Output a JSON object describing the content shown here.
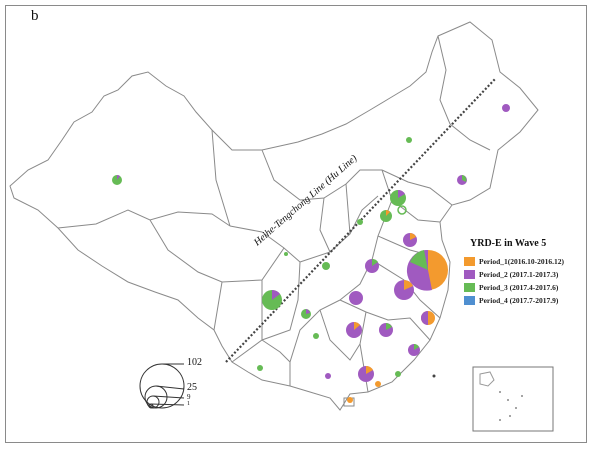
{
  "panel_label": "b",
  "line_label": "Heihe-Tengchong Line (Hu Line)",
  "legend": {
    "title": "YRD-E in Wave 5",
    "items": [
      {
        "label": "Period_1(2016.10-2016.12)",
        "color": "#f39a2e"
      },
      {
        "label": "Period_2 (2017.1-2017.3)",
        "color": "#a05ac0"
      },
      {
        "label": "Period_3 (2017.4-2017.6)",
        "color": "#66bb55"
      },
      {
        "label": "Period_4 (2017.7-2017.9)",
        "color": "#4f8fd0"
      }
    ]
  },
  "size_legend": {
    "values": [
      "102",
      "25",
      "9",
      "1"
    ]
  },
  "colors": {
    "border": "#777777",
    "hu_line": "#444444"
  }
}
